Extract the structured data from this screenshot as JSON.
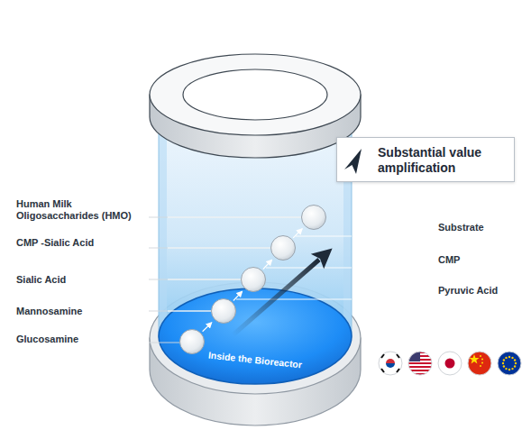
{
  "diagram": {
    "nodes": [
      {
        "text": [
          "Inside the Bioreactor"
        ]
      },
      {
        "text": [
          "Substantial value amplification"
        ]
      }
    ],
    "labels": [
      "Human Milk Oligosaccharides (HMO)",
      "CMP -Sialic Acid",
      "Sialic Acid",
      "Mannosamine",
      "Glucosamine",
      "Substrate",
      "CMP",
      "Pyruvic Acid"
    ]
  }
}
